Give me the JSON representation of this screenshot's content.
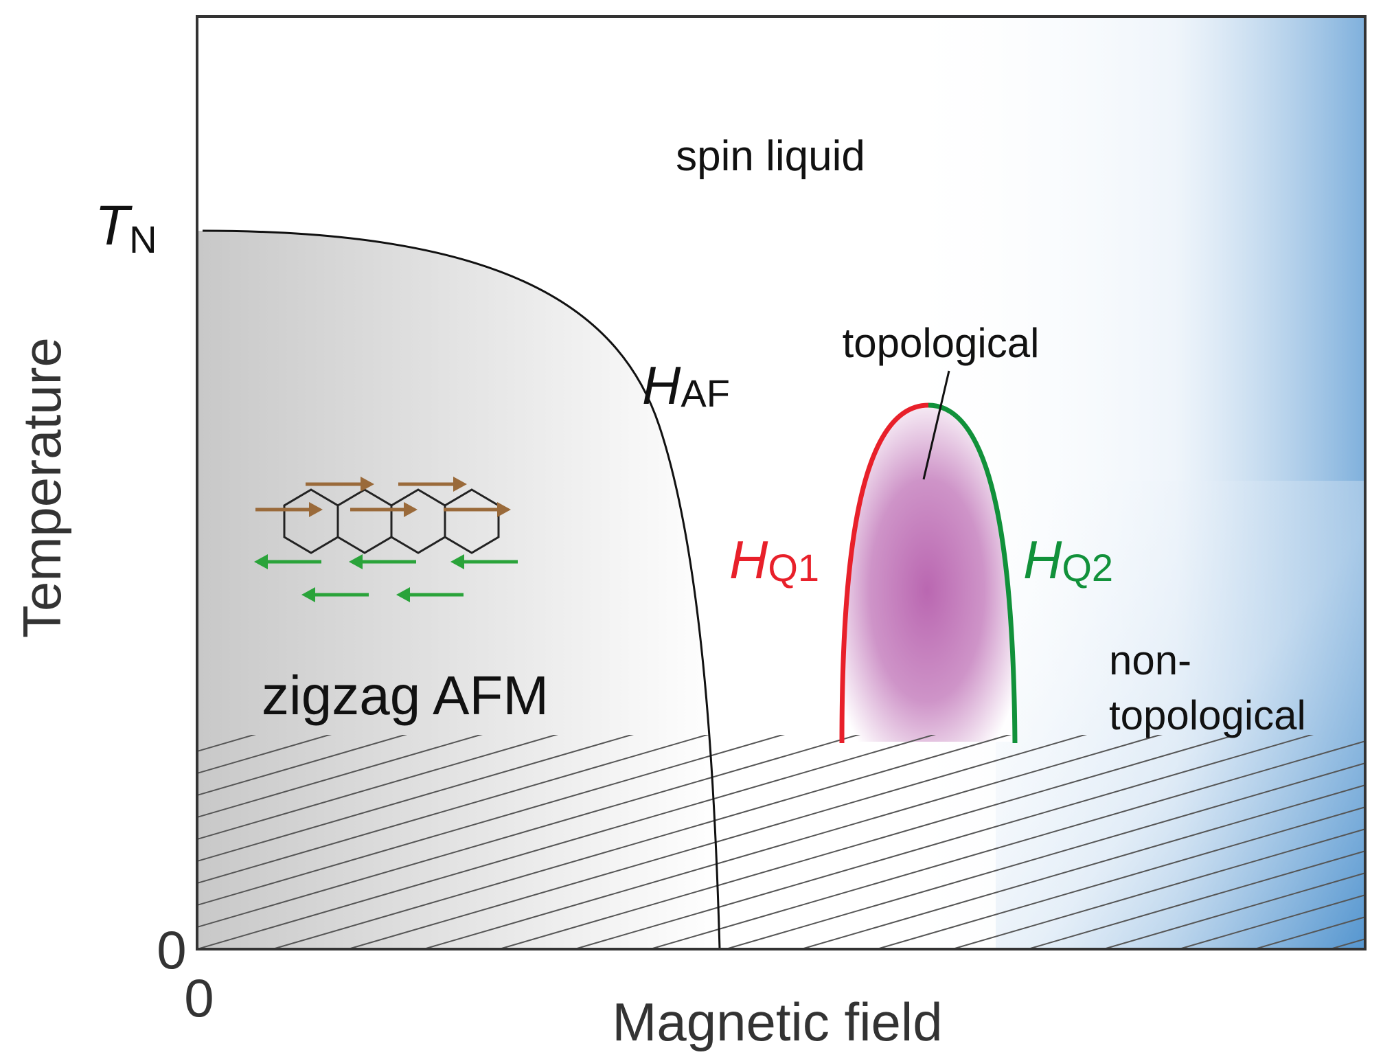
{
  "axes": {
    "x_label": "Magnetic field",
    "y_label": "Temperature",
    "x_origin": "0",
    "y_origin": "0",
    "tn_main": "T",
    "tn_sub": "N"
  },
  "regions": {
    "spin_liquid": "spin liquid",
    "zigzag": "zigzag AFM",
    "topological": "topological",
    "non_topological_1": "non-",
    "non_topological_2": "topological"
  },
  "boundaries": {
    "haf_main": "H",
    "haf_sub": "AF",
    "hq1_main": "H",
    "hq1_sub": "Q1",
    "hq2_main": "H",
    "hq2_sub": "Q2"
  },
  "colors": {
    "hq1_line": "#e8202a",
    "hq2_line": "#11913a",
    "topological_fill": "#b256a8",
    "high_field_fill": "#4a8fcc",
    "zigzag_fill": "#c8c8c8",
    "up_spin_arrow": "#9a6a3a",
    "down_spin_arrow": "#2aa33a"
  },
  "icons": {
    "lattice": "honeycomb-zigzag-lattice-icon"
  }
}
